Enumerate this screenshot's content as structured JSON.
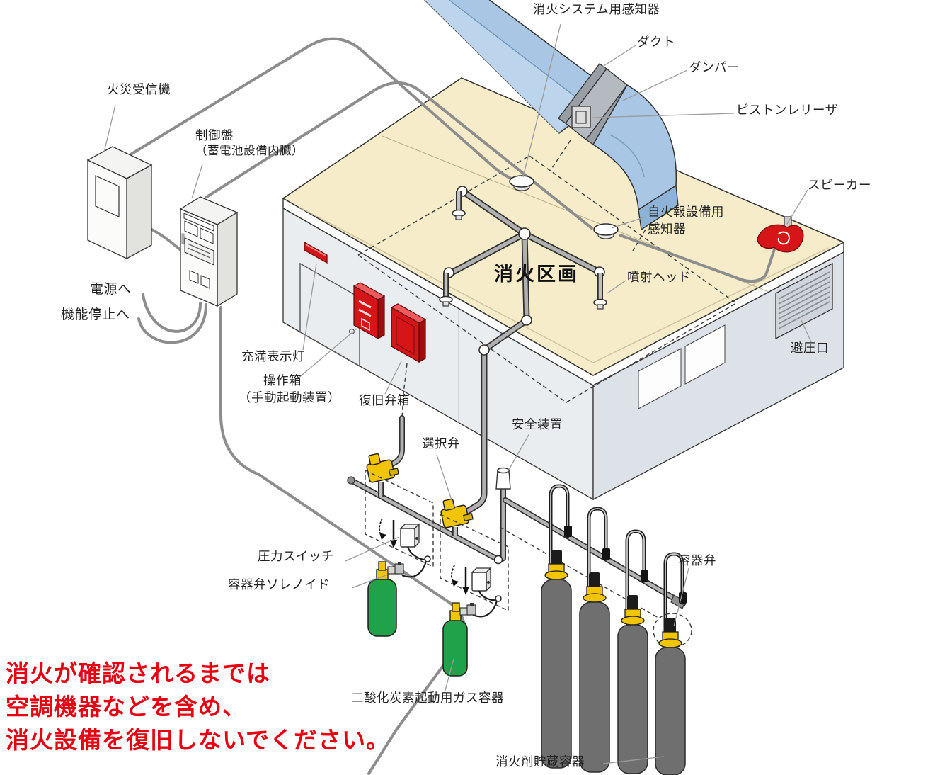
{
  "diagram_title": "CO2 fire extinguishing system schematic",
  "labels": {
    "fire_system_detector": "消火システム用感知器",
    "duct": "ダクト",
    "damper": "ダンパー",
    "piston_releaser": "ピストンレリーザ",
    "speaker": "スピーカー",
    "fire_receiver": "火災受信機",
    "control_panel_line1": "制御盤",
    "control_panel_line2": "（蓄電池設備内臓）",
    "auto_fire_alarm_detector_line1": "自火報設備用",
    "auto_fire_alarm_detector_line2": "感知器",
    "extinguishing_zone": "消火区画",
    "discharge_head": "噴射ヘッド",
    "to_power": "電源へ",
    "to_function_stop": "機能停止へ",
    "pressure_relief_port": "避圧口",
    "full_indicator_lamp": "充満表示灯",
    "operation_box_line1": "操作箱",
    "operation_box_line2": "（手動起動装置）",
    "recovery_valve_box": "復旧弁箱",
    "selector_valve": "選択弁",
    "safety_device": "安全装置",
    "pressure_switch": "圧力スイッチ",
    "container_valve_solenoid": "容器弁ソレノイド",
    "container_valve": "容器弁",
    "co2_starter_gas_container": "二酸化炭素起動用ガス容器",
    "agent_storage_container": "消火剤貯蔵容器"
  },
  "warning": {
    "line1": "消火が確認されるまでは",
    "line2": "空調機器などを含め、",
    "line3": "消火設備を復旧しないでください。"
  },
  "colors": {
    "warning_red": "#e60012",
    "box_red": "#d61518",
    "duct_blue": "#a9c7e5",
    "roof_cream": "#f6ecca",
    "valve_yellow": "#f2c500",
    "cylinder_green": "#1fa24a",
    "cylinder_gray": "#6f6f6f",
    "pipe_gray": "#b0b0b0"
  }
}
